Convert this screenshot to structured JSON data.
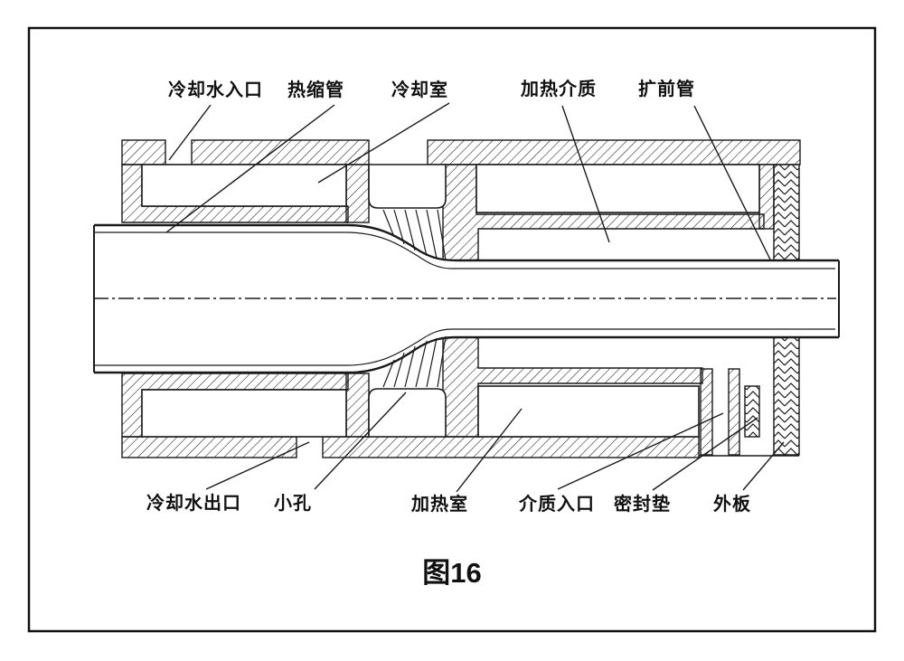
{
  "figure_caption": "图16",
  "labels": {
    "top": [
      {
        "id": "cooling-water-inlet",
        "text": "冷却水入口"
      },
      {
        "id": "heat-shrink-tube",
        "text": "热缩管"
      },
      {
        "id": "cooling-chamber",
        "text": "冷却室"
      },
      {
        "id": "heating-medium",
        "text": "加热介质"
      },
      {
        "id": "pre-expansion-tube",
        "text": "扩前管"
      }
    ],
    "bottom": [
      {
        "id": "cooling-water-outlet",
        "text": "冷却水出口"
      },
      {
        "id": "small-holes",
        "text": "小孔"
      },
      {
        "id": "heating-chamber",
        "text": "加热室"
      },
      {
        "id": "medium-inlet",
        "text": "介质入口"
      },
      {
        "id": "sealing-gasket",
        "text": "密封垫"
      },
      {
        "id": "outer-plate",
        "text": "外板"
      }
    ]
  },
  "colors": {
    "line": "#1a1a1a",
    "background": "#ffffff"
  }
}
